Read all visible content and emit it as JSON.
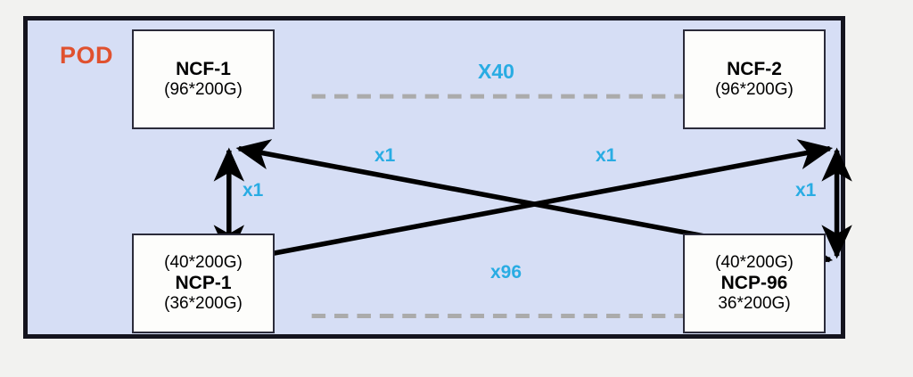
{
  "diagram": {
    "type": "network-topology",
    "container": {
      "label": "POD",
      "label_color": "#e0512f",
      "background_color": "#d6def5",
      "border_color": "#14141e"
    },
    "colors": {
      "edge_label": "#29ace3",
      "solid_link": "#000000",
      "dashed_link": "#ababab",
      "node_fill": "#fdfdfb",
      "node_border": "#2b2b3a",
      "page_background": "#f2f2f0"
    },
    "nodes": [
      {
        "id": "ncf-1",
        "name": "NCF-1",
        "position": "top-left",
        "lines": [
          {
            "text": "NCF-1",
            "bold": true
          },
          {
            "text": "(96*200G)",
            "bold": false
          }
        ]
      },
      {
        "id": "ncf-2",
        "name": "NCF-2",
        "position": "top-right",
        "lines": [
          {
            "text": "NCF-2",
            "bold": true
          },
          {
            "text": "(96*200G)",
            "bold": false
          }
        ]
      },
      {
        "id": "ncp-1",
        "name": "NCP-1",
        "position": "bottom-left",
        "lines": [
          {
            "text": "(40*200G)",
            "bold": false
          },
          {
            "text": "NCP-1",
            "bold": true
          },
          {
            "text": "(36*200G)",
            "bold": false
          }
        ]
      },
      {
        "id": "ncp-96",
        "name": "NCP-96",
        "position": "bottom-right",
        "lines": [
          {
            "text": "(40*200G)",
            "bold": false
          },
          {
            "text": "NCP-96",
            "bold": true
          },
          {
            "text": "36*200G)",
            "bold": false
          }
        ]
      }
    ],
    "links": [
      {
        "id": "ncf1-ncf2",
        "label": "X40",
        "style": "dashed",
        "from": "ncf-1",
        "to": "ncf-2",
        "arrows": "none"
      },
      {
        "id": "ncp1-ncp96",
        "label": "x96",
        "style": "dashed",
        "from": "ncp-1",
        "to": "ncp-96",
        "arrows": "none"
      },
      {
        "id": "ncf1-ncp1",
        "label": "x1",
        "style": "solid",
        "from": "ncf-1",
        "to": "ncp-1",
        "arrows": "both"
      },
      {
        "id": "ncf2-ncp96",
        "label": "x1",
        "style": "solid",
        "from": "ncf-2",
        "to": "ncp-96",
        "arrows": "both"
      },
      {
        "id": "ncf1-ncp96",
        "label": "x1",
        "style": "solid",
        "from": "ncf-1",
        "to": "ncp-96",
        "arrows": "both"
      },
      {
        "id": "ncf2-ncp1",
        "label": "x1",
        "style": "solid",
        "from": "ncf-2",
        "to": "ncp-1",
        "arrows": "both"
      }
    ]
  }
}
